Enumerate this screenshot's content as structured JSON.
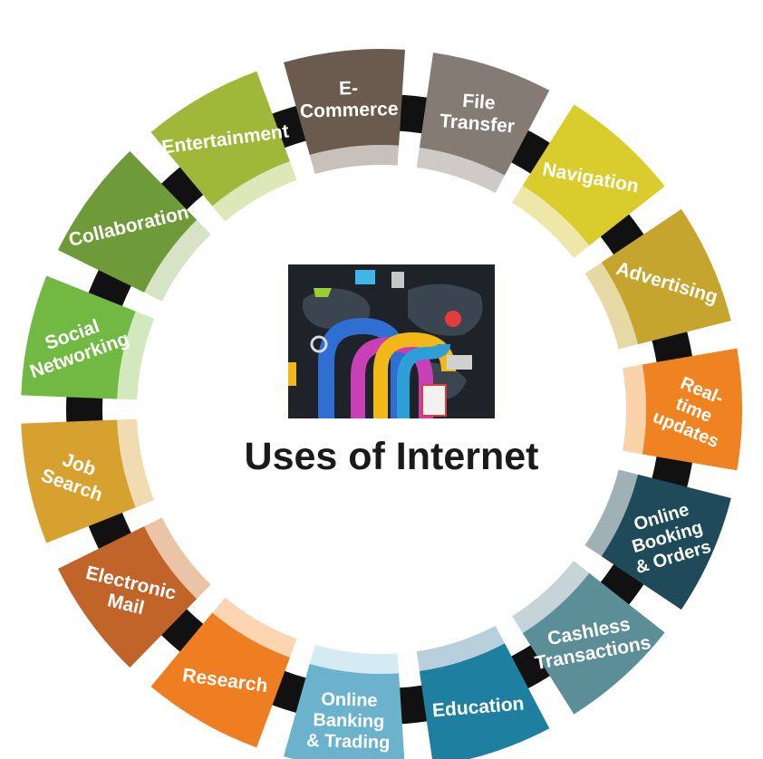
{
  "title": "Uses of Internet",
  "segments": [
    {
      "lines": [
        "Social",
        "Networking"
      ],
      "color": "#72b944",
      "lip": "#d2e9bd"
    },
    {
      "lines": [
        "Collaboration"
      ],
      "color": "#6f9a3a",
      "lip": "#d6e3c5"
    },
    {
      "lines": [
        "Entertainment"
      ],
      "color": "#9fb83a",
      "lip": "#dde8b8"
    },
    {
      "lines": [
        "E-",
        "Commerce"
      ],
      "color": "#6b5a4e",
      "lip": "#c8c0ba"
    },
    {
      "lines": [
        "File",
        "Transfer"
      ],
      "color": "#837b74",
      "lip": "#cfcac6"
    },
    {
      "lines": [
        "Navigation"
      ],
      "color": "#d9cc2c",
      "lip": "#eee8a8"
    },
    {
      "lines": [
        "Advertising"
      ],
      "color": "#c5a52e",
      "lip": "#e6d9a4"
    },
    {
      "lines": [
        "Real-",
        "time",
        "updates"
      ],
      "color": "#f08321",
      "lip": "#fbd3ab"
    },
    {
      "lines": [
        "Online",
        "Booking",
        "& Orders"
      ],
      "color": "#1e4a5a",
      "lip": "#9fb0b6"
    },
    {
      "lines": [
        "Cashless",
        "Transactions"
      ],
      "color": "#5c8e98",
      "lip": "#c5d4d8"
    },
    {
      "lines": [
        "Education"
      ],
      "color": "#1f7fa0",
      "lip": "#b8cfdc"
    },
    {
      "lines": [
        "Online",
        "Banking",
        "& Trading"
      ],
      "color": "#6bb3cc",
      "lip": "#d4ebf3"
    },
    {
      "lines": [
        "Research"
      ],
      "color": "#ef7d22",
      "lip": "#fcd6b2"
    },
    {
      "lines": [
        "Electronic",
        "Mail"
      ],
      "color": "#c0642a",
      "lip": "#ebc4a8"
    },
    {
      "lines": [
        "Job",
        "Search"
      ],
      "color": "#d6a12e",
      "lip": "#f0dcb0"
    }
  ]
}
